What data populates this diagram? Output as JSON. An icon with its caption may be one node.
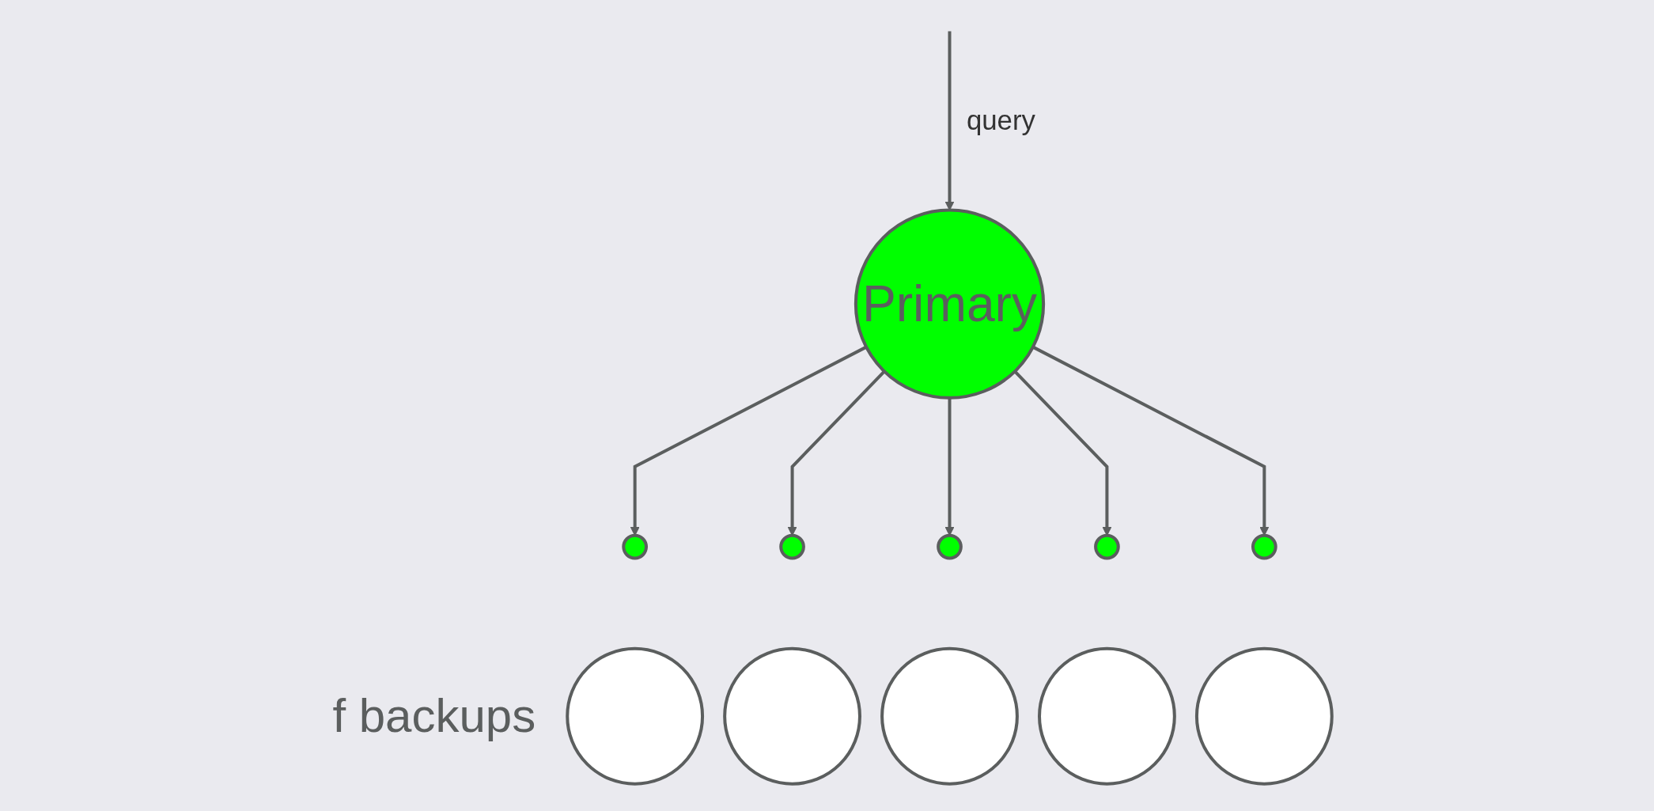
{
  "diagram": {
    "nodes": [
      {
        "text": [
          "Primary"
        ]
      },
      {
        "text": [],
        "shape": "circle"
      },
      {
        "text": [],
        "shape": "circle"
      },
      {
        "text": [],
        "shape": "circle"
      },
      {
        "text": [],
        "shape": "circle"
      },
      {
        "text": [],
        "shape": "circle"
      },
      {
        "text": [],
        "shape": "circle"
      },
      {
        "text": [],
        "shape": "circle"
      },
      {
        "text": [],
        "shape": "circle"
      },
      {
        "text": [],
        "shape": "circle"
      },
      {
        "text": [],
        "shape": "circle"
      }
    ],
    "edges": [
      {
        "from": null,
        "to": 0,
        "arrow": "to",
        "label": "query"
      },
      {
        "from": 0,
        "to": 1,
        "arrow": "to"
      },
      {
        "from": 0,
        "to": 2,
        "arrow": "to"
      },
      {
        "from": 0,
        "to": 3,
        "arrow": "to"
      },
      {
        "from": 0,
        "to": 4,
        "arrow": "to"
      },
      {
        "from": 0,
        "to": 5,
        "arrow": "to"
      }
    ],
    "labels": [
      "f backups"
    ]
  }
}
